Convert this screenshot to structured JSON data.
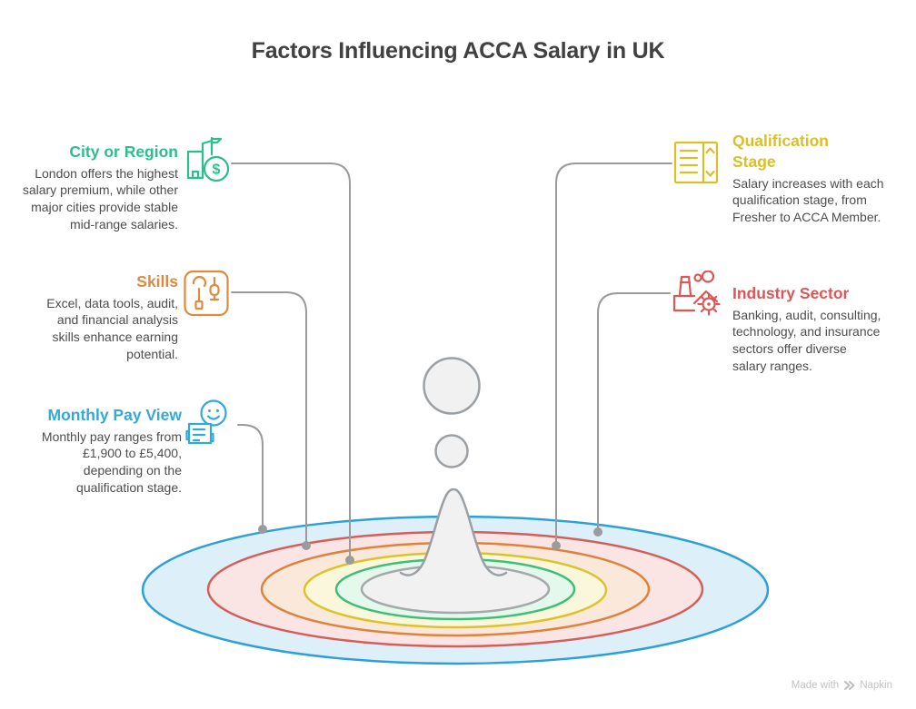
{
  "header": {
    "title": "Factors Influencing ACCA Salary in UK"
  },
  "factors": [
    {
      "name": "City or Region",
      "description": "London offers the highest salary premium, while other major cities provide stable mid-range salaries.",
      "accent": "#2cbe8c",
      "icon": "city-buildings-dollar-icon",
      "ring": "green"
    },
    {
      "name": "Skills",
      "description": "Excel, data tools, audit, and financial analysis skills enhance earning potential.",
      "accent": "#de8a3f",
      "icon": "wrench-tools-icon",
      "ring": "orange"
    },
    {
      "name": "Monthly Pay View",
      "description": "Monthly pay ranges from £1,900 to £5,400, depending on the qualification stage.",
      "accent": "#31a9da",
      "icon": "payslip-smiley-icon",
      "ring": "blue"
    },
    {
      "name": "Qualification Stage",
      "description": "Salary increases with each qualification stage, from Fresher to ACCA Member.",
      "accent": "#d9c027",
      "icon": "list-stages-icon",
      "ring": "yellow"
    },
    {
      "name": "Industry Sector",
      "description": "Banking, audit, consulting, technology, and insurance sectors offer diverse salary ranges.",
      "accent": "#db5757",
      "icon": "factory-gear-icon",
      "ring": "red"
    }
  ],
  "illustration": {
    "type": "water-drop-with-ripples",
    "connector_color": "#9b9b9b",
    "rings": {
      "blue": {
        "stroke": "#2da0d8",
        "fill": "#ddeff9"
      },
      "red": {
        "stroke": "#d35f5a",
        "fill": "#fbe4e4"
      },
      "orange": {
        "stroke": "#df823b",
        "fill": "#fae9da"
      },
      "yellow": {
        "stroke": "#ddc32b",
        "fill": "#fbf7dd"
      },
      "green": {
        "stroke": "#3fbe77",
        "fill": "#e4f8ec"
      },
      "pool": {
        "stroke": "#a4a9ac",
        "fill": "#f1f1f1"
      }
    },
    "drop_fill": "#f1f1f1",
    "drop_stroke": "#9aa0a4"
  },
  "footer": {
    "made_with": "Made with",
    "brand": "Napkin"
  }
}
